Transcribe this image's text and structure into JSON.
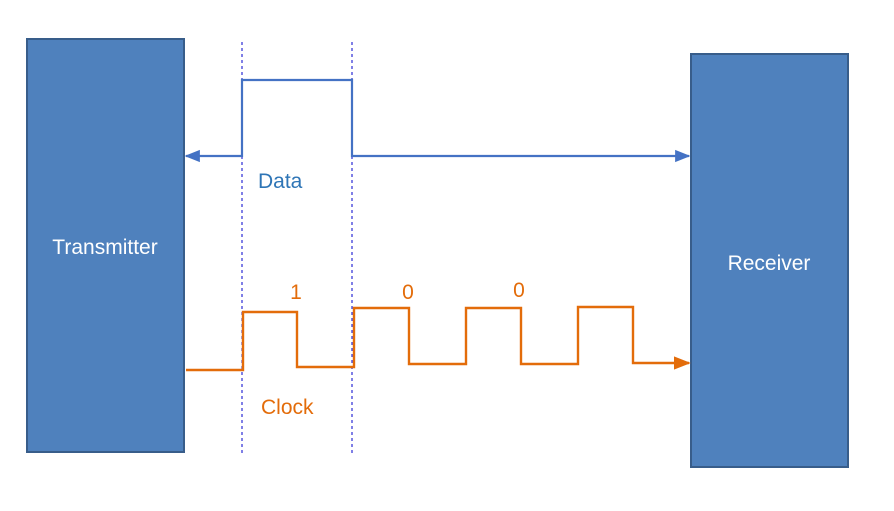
{
  "blocks": {
    "transmitter": {
      "label": "Transmitter"
    },
    "receiver": {
      "label": "Receiver"
    }
  },
  "signals": {
    "data": {
      "label": "Data"
    },
    "clock": {
      "label": "Clock"
    }
  },
  "bits": [
    "1",
    "0",
    "0"
  ],
  "colors": {
    "block_fill": "#4F81BD",
    "block_stroke": "#385D8A",
    "data_line": "#4472C4",
    "data_text": "#2E75B6",
    "clock_line": "#E36C0A",
    "clock_text": "#E36C0A",
    "guide_line": "#0000CC"
  }
}
